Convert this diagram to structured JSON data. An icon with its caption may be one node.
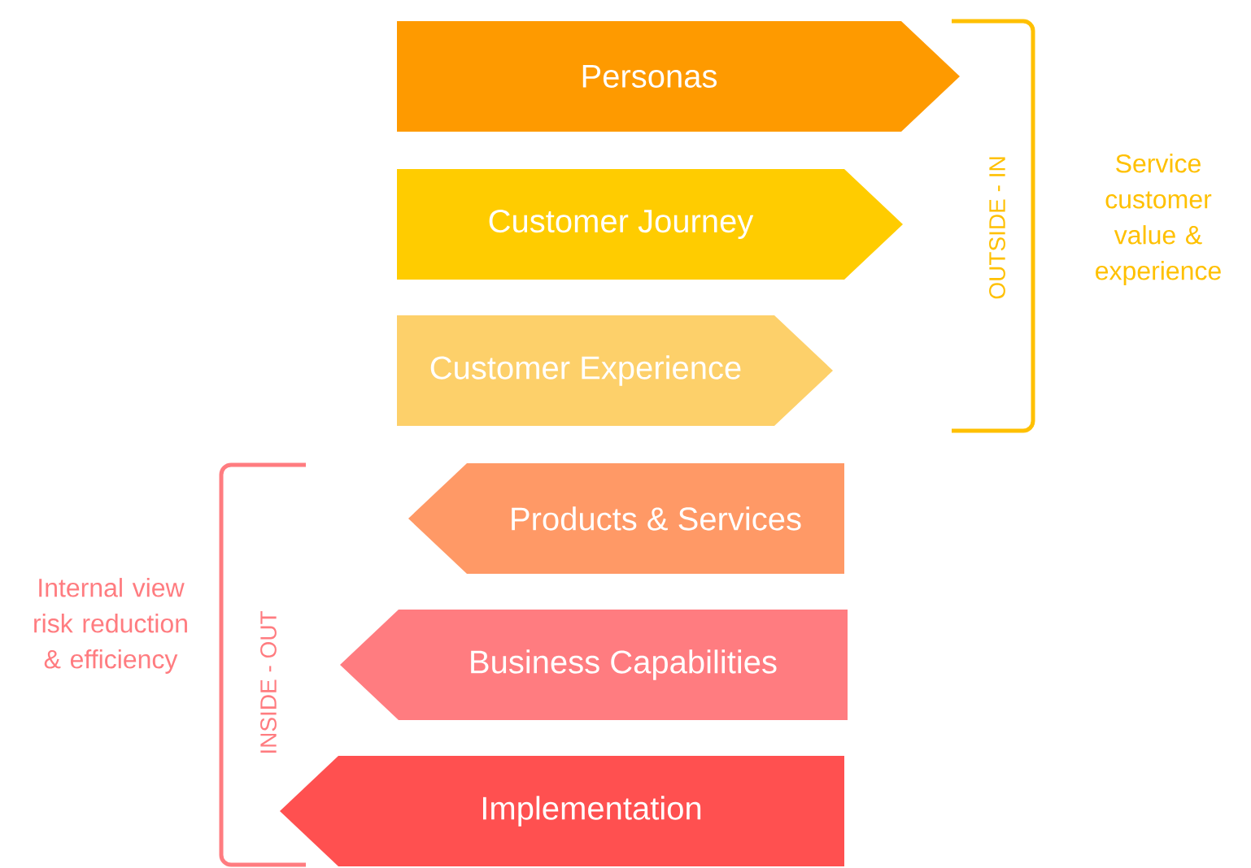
{
  "diagram": {
    "nodes": [
      {
        "text": [
          "Personas"
        ]
      },
      {
        "text": [
          "Customer Journey"
        ]
      },
      {
        "text": [
          "Customer Experience"
        ]
      },
      {
        "text": [
          "Products & Services"
        ]
      },
      {
        "text": [
          "Business Capabilities"
        ]
      },
      {
        "text": [
          "Implementation"
        ]
      }
    ],
    "labels": [
      "OUTSIDE - IN",
      "Service customer value & experience",
      "Internal view risk reduction & efficiency",
      "INSIDE - OUT"
    ]
  }
}
